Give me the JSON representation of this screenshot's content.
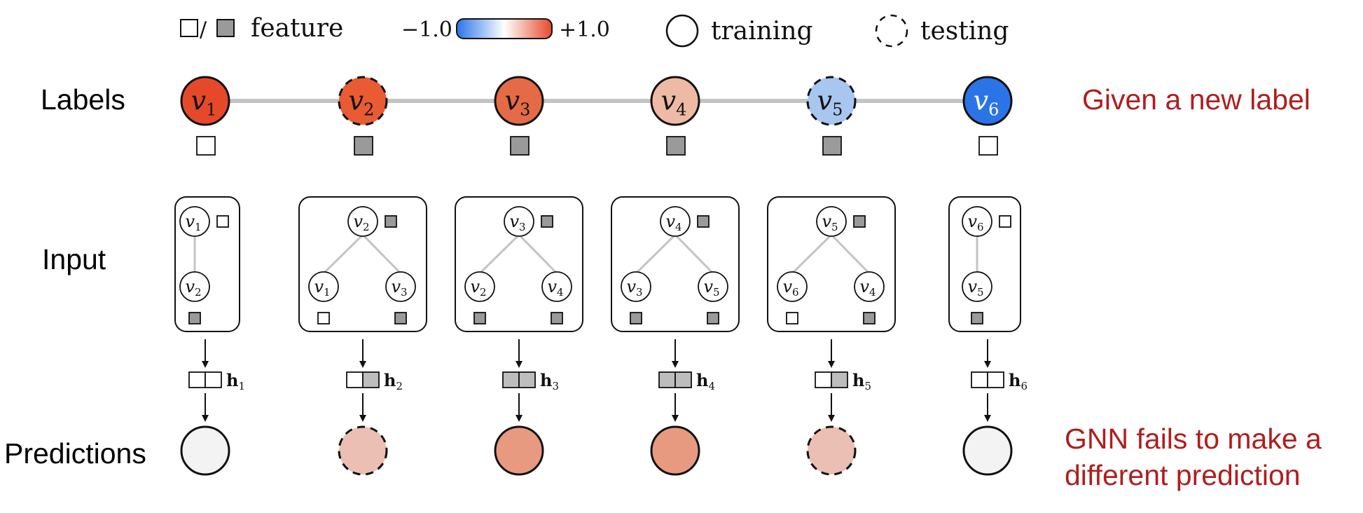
{
  "legend": {
    "feature_label": "feature",
    "scale_min": "−1.0",
    "scale_max": "+1.0",
    "scale_colors": {
      "negative": "#2b74e8",
      "neutral": "#ffffff",
      "positive": "#e6492a"
    },
    "training_label": "training",
    "testing_label": "testing"
  },
  "rows": {
    "labels": "Labels",
    "input": "Input",
    "predictions": "Predictions"
  },
  "annotations": {
    "given": "Given a new label",
    "fails_line1": "GNN fails to make a",
    "fails_line2": "different prediction",
    "color": "#b01e1e"
  },
  "nodes": [
    {
      "id": "v",
      "sub": "1",
      "label_value": 1.0,
      "split": "training",
      "feature": "empty",
      "input": {
        "type": "chain",
        "neighbors": [
          {
            "id": "v",
            "sub": "2",
            "feature": "filled"
          }
        ]
      },
      "embedding": {
        "name": "h",
        "sub": "1",
        "cells": [
          "empty",
          "empty"
        ]
      },
      "prediction": {
        "value": 0.0,
        "color": "#f3f3f3"
      }
    },
    {
      "id": "v",
      "sub": "2",
      "label_value": 0.85,
      "split": "testing",
      "feature": "filled",
      "input": {
        "type": "tree",
        "neighbors": [
          {
            "id": "v",
            "sub": "1",
            "feature": "empty"
          },
          {
            "id": "v",
            "sub": "3",
            "feature": "filled"
          }
        ]
      },
      "embedding": {
        "name": "h",
        "sub": "2",
        "cells": [
          "empty",
          "filled"
        ]
      },
      "prediction": {
        "value": 0.35,
        "color": "#ebbfb3"
      }
    },
    {
      "id": "v",
      "sub": "3",
      "label_value": 0.75,
      "split": "training",
      "feature": "filled",
      "input": {
        "type": "tree",
        "neighbors": [
          {
            "id": "v",
            "sub": "2",
            "feature": "filled"
          },
          {
            "id": "v",
            "sub": "4",
            "feature": "filled"
          }
        ]
      },
      "embedding": {
        "name": "h",
        "sub": "3",
        "cells": [
          "filled",
          "filled"
        ]
      },
      "prediction": {
        "value": 0.6,
        "color": "#e89a80"
      }
    },
    {
      "id": "v",
      "sub": "4",
      "label_value": 0.35,
      "split": "training",
      "feature": "filled",
      "input": {
        "type": "tree",
        "neighbors": [
          {
            "id": "v",
            "sub": "3",
            "feature": "filled"
          },
          {
            "id": "v",
            "sub": "5",
            "feature": "filled"
          }
        ]
      },
      "embedding": {
        "name": "h",
        "sub": "4",
        "cells": [
          "filled",
          "filled"
        ]
      },
      "prediction": {
        "value": 0.6,
        "color": "#e89a80"
      }
    },
    {
      "id": "v",
      "sub": "5",
      "label_value": -0.4,
      "split": "testing",
      "feature": "filled",
      "input": {
        "type": "tree",
        "neighbors": [
          {
            "id": "v",
            "sub": "6",
            "feature": "empty"
          },
          {
            "id": "v",
            "sub": "4",
            "feature": "filled"
          }
        ]
      },
      "embedding": {
        "name": "h",
        "sub": "5",
        "cells": [
          "empty",
          "filled"
        ]
      },
      "prediction": {
        "value": 0.35,
        "color": "#ebbfb3"
      }
    },
    {
      "id": "v",
      "sub": "6",
      "label_value": -1.0,
      "split": "training",
      "feature": "empty",
      "input": {
        "type": "chain",
        "neighbors": [
          {
            "id": "v",
            "sub": "5",
            "feature": "filled"
          }
        ]
      },
      "embedding": {
        "name": "h",
        "sub": "6",
        "cells": [
          "empty",
          "empty"
        ]
      },
      "prediction": {
        "value": 0.0,
        "color": "#f3f3f3"
      }
    }
  ],
  "node_colors": [
    "#e6492a",
    "#e85b33",
    "#e46b45",
    "#eebaa6",
    "#a8c6f0",
    "#2b74e8"
  ],
  "feature_filled_color": "#9a9a9a"
}
